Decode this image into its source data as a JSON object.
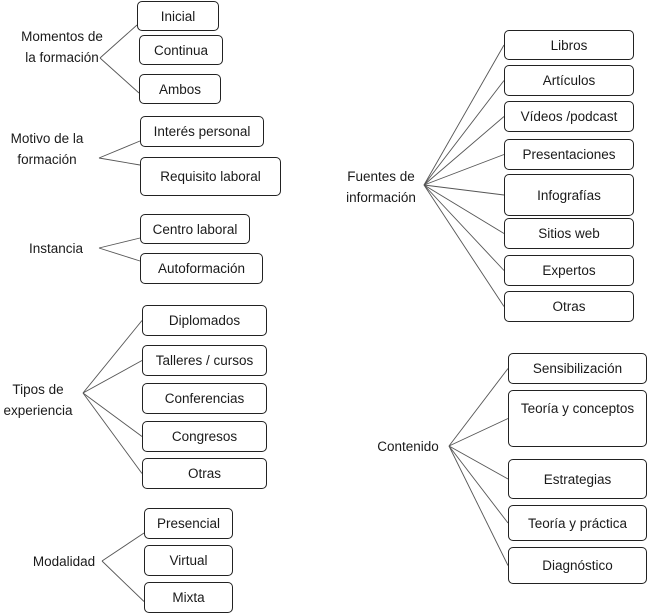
{
  "diagram": {
    "groups": [
      {
        "id": "momentos",
        "label": [
          "Momentos de",
          "la formación"
        ],
        "items": [
          "Inicial",
          "Continua",
          "Ambos"
        ]
      },
      {
        "id": "motivo",
        "label": [
          "Motivo de la",
          "formación"
        ],
        "items": [
          "Interés personal",
          "Requisito laboral"
        ]
      },
      {
        "id": "instancia",
        "label": [
          "Instancia"
        ],
        "items": [
          "Centro laboral",
          "Autoformación"
        ]
      },
      {
        "id": "tipos",
        "label": [
          "Tipos de",
          "experiencia"
        ],
        "items": [
          "Diplomados",
          "Talleres / cursos",
          "Conferencias",
          "Congresos",
          "Otras"
        ]
      },
      {
        "id": "modalidad",
        "label": [
          "Modalidad"
        ],
        "items": [
          "Presencial",
          "Virtual",
          "Mixta"
        ]
      },
      {
        "id": "fuentes",
        "label": [
          "Fuentes de",
          "información"
        ],
        "items": [
          "Libros",
          "Artículos",
          "Vídeos /podcast",
          "Presentaciones",
          "Infografías",
          "Sitios web",
          "Expertos",
          "Otras"
        ]
      },
      {
        "id": "contenido",
        "label": [
          "Contenido"
        ],
        "items": [
          "Sensibilización",
          "Teoría y conceptos",
          "Estrategias",
          "Teoría y práctica",
          "Diagnóstico"
        ]
      }
    ],
    "line_color": "#555555",
    "border_color": "#222222"
  }
}
